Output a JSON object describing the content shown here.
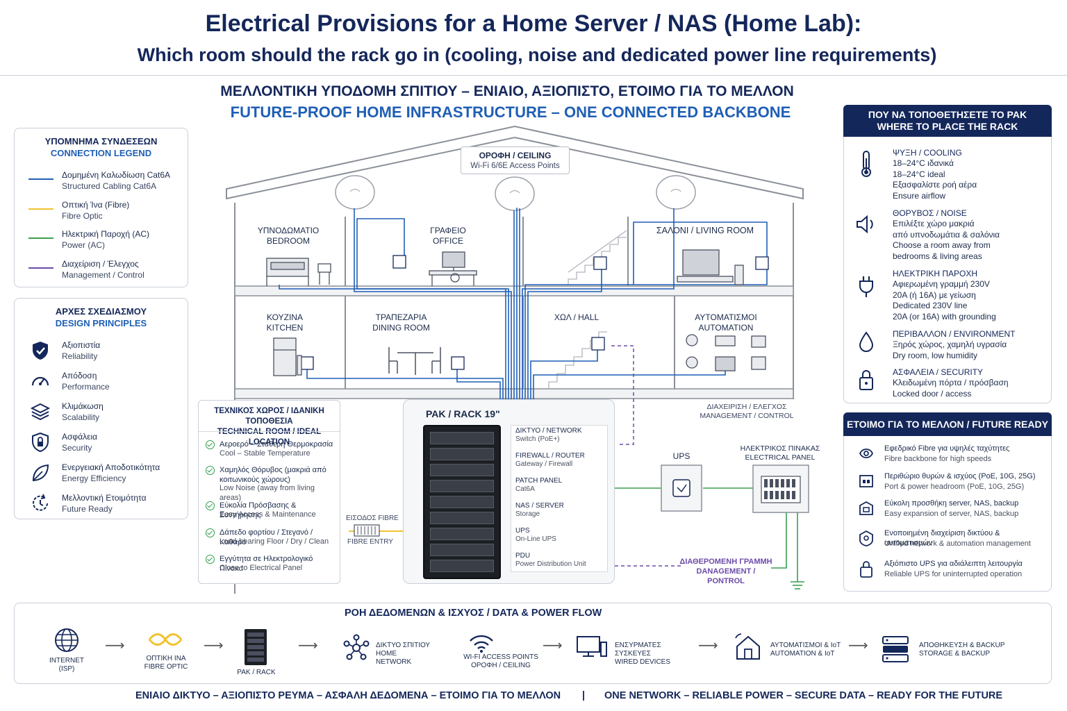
{
  "header": {
    "title": "Electrical Provisions for a Home Server / NAS (Home Lab):",
    "subtitle": "Which room should the rack go in (cooling, noise and dedicated power line requirements)"
  },
  "banner": {
    "greek": "ΜΕΛΛΟΝΤΙΚΗ ΥΠΟΔΟΜΗ ΣΠΙΤΙΟΥ – ΕΝΙΑΙΟ, ΑΞΙΟΠΙΣΤΟ, ΕΤΟΙΜΟ ΓΙΑ ΤΟ ΜΕΛΛΟΝ",
    "english": "FUTURE-PROOF HOME INFRASTRUCTURE – ONE CONNECTED BACKBONE"
  },
  "legend": {
    "title_gr": "ΥΠΟΜΝΗΜΑ ΣΥΝΔΕΣΕΩΝ",
    "title_en": "CONNECTION LEGEND",
    "items": [
      {
        "gr": "Δομημένη Καλωδίωση Cat6A",
        "en": "Structured Cabling Cat6A",
        "color": "#1f5fb5"
      },
      {
        "gr": "Οπτική Ίνα (Fibre)",
        "en": "Fibre Optic",
        "color": "#f2c230"
      },
      {
        "gr": "Ηλεκτρική Παροχή (AC)",
        "en": "Power (AC)",
        "color": "#3a9e4f"
      },
      {
        "gr": "Διαχείριση / Έλεγχος",
        "en": "Management / Control",
        "color": "#6b4ba8"
      }
    ]
  },
  "principles": {
    "title_gr": "ΑΡΧΕΣ ΣΧΕΔΙΑΣΜΟΥ",
    "title_en": "DESIGN PRINCIPLES",
    "items": [
      {
        "gr": "Αξιοπιστία",
        "en": "Reliability",
        "icon": "shield-check-icon"
      },
      {
        "gr": "Απόδοση",
        "en": "Performance",
        "icon": "gauge-icon"
      },
      {
        "gr": "Κλιμάκωση",
        "en": "Scalability",
        "icon": "layers-icon"
      },
      {
        "gr": "Ασφάλεια",
        "en": "Security",
        "icon": "shield-lock-icon"
      },
      {
        "gr": "Ενεργειακή Αποδοτικότητα",
        "en": "Energy Efficiency",
        "icon": "leaf-icon"
      },
      {
        "gr": "Μελλοντική Ετοιμότητα",
        "en": "Future Ready",
        "icon": "refresh-icon"
      }
    ]
  },
  "house": {
    "ceiling_gr": "ΟΡΟΦΗ / CEILING",
    "ceiling_en": "Wi-Fi 6/6E Access Points",
    "rooms": {
      "bedroom": [
        "ΥΠΝΟΔΩΜΑΤΙΟ",
        "BEDROOM"
      ],
      "office": [
        "ΓΡΑΦΕΙΟ",
        "OFFICE"
      ],
      "living": [
        "ΣΑΛΟΝΙ / LIVING ROOM"
      ],
      "kitchen": [
        "ΚΟΥΖΙΝΑ",
        "KITCHEN"
      ],
      "dining": [
        "ΤΡΑΠΕΖΑΡΙΑ",
        "DINING ROOM"
      ],
      "hall": [
        "ΧΩΛ / HALL"
      ],
      "automation": [
        "ΑΥΤΟΜΑΤΙΣΜΟΙ",
        "AUTOMATION"
      ]
    }
  },
  "technical": {
    "title_gr": "ΤΕΧΝΙΚΟΣ ΧΩΡΟΣ / ΙΔΑΝΙΚΗ ΤΟΠΟΘΕΣΙΑ",
    "title_en": "TECHNICAL ROOM / IDEAL LOCATION",
    "items": [
      {
        "gr": "Αεροερό – Σταθερή Θερμοκρασία",
        "en": "Cool – Stable Temperature"
      },
      {
        "gr": "Χαμηλός Θόρυβος (μακριά από κοιτωνικούς χώρους)",
        "en": "Low Noise (away from living areas)"
      },
      {
        "gr": "Εύκολία Πρόσβασης & Συντήρησης",
        "en": "Easy Access & Maintenance"
      },
      {
        "gr": "Δάπεδο φορτίου / Στεγανό / Καθαρό",
        "en": "Load-bearing Floor / Dry / Clean"
      },
      {
        "gr": "Εγγύτητα σε Ηλεκτρολογικό Πίνακα",
        "en": "Close to Electrical Panel"
      }
    ]
  },
  "fibre_entry": {
    "gr": "ΕΙΣΟΔΟΣ FIBRE",
    "en": "FIBRE ENTRY"
  },
  "rack": {
    "title": "ΡΑΚ / RACK 19\"",
    "items": [
      {
        "gr": "ΔΙΚΤΥΟ / NETWORK",
        "en": "Switch (PoE+)"
      },
      {
        "gr": "FIREWALL / ROUTER",
        "en": "Gateway / Firewall"
      },
      {
        "gr": "PATCH PANEL",
        "en": "Cat6A"
      },
      {
        "gr": "NAS / SERVER",
        "en": "Storage"
      },
      {
        "gr": "UPS",
        "en": "On-Line UPS"
      },
      {
        "gr": "PDU",
        "en": "Power Distribution Unit"
      }
    ]
  },
  "management": {
    "gr": "ΔΙΑΧΕΙΡΙΣΗ / ΕΛΕΓΧΟΣ",
    "en": "MANAGEMENT / CONTROL"
  },
  "ups_label": "UPS",
  "panel": {
    "gr": "ΗΛΕΚΤΡΙΚΟΣ ΠΙΝΑΚΑΣ",
    "en": "ELECTRICAL PANEL"
  },
  "dedicated": {
    "gr": "ΔΙΑΘΕΡΟΜΕΝΗ ΓΡΑΜΜΗ",
    "en": "DANAGEMENT / PONTROL"
  },
  "placement": {
    "title_gr": "ΠΟΥ ΝΑ ΤΟΠΟΘΕΤΗΣΕΤΕ ΤΟ ΡΑΚ",
    "title_en": "WHERE TO PLACE THE RACK",
    "items": [
      {
        "head": "ΨΥΞΗ / COOLING",
        "lines": [
          "18–24°C ιδανικά",
          "18–24°C ideal",
          "Εξασφαλίστε ροή αέρα",
          "Ensure airflow"
        ],
        "icon": "thermometer-icon"
      },
      {
        "head": "ΘΟΡΥΒΟΣ / NOISE",
        "lines": [
          "Επιλέξτε χώρο μακριά",
          "από υπνοδωμάτια & σαλόνια",
          "Choose a room away from",
          "bedrooms & living areas"
        ],
        "icon": "speaker-icon"
      },
      {
        "head": "ΗΛΕΚΤΡΙΚΗ ΠΑΡΟΧΗ",
        "lines": [
          "Αφιερωμένη γραμμή 230V",
          "20A (ή 16A) με γείωση",
          "Dedicated 230V line",
          "20A (or 16A) with grounding"
        ],
        "icon": "plug-icon"
      },
      {
        "head": "ΠΕΡΙΒΑΛΛΟΝ / ENVIRONMENT",
        "lines": [
          "Ξηρός χώρος, χαμηλή υγρασία",
          "Dry room, low humidity"
        ],
        "icon": "droplet-icon"
      },
      {
        "head": "ΑΣΦΑΛΕΙΑ / SECURITY",
        "lines": [
          "Κλειδωμένη πόρτα / πρόσβαση",
          "Locked door / access"
        ],
        "icon": "lock-icon"
      }
    ]
  },
  "future": {
    "title": "ΕΤΟΙΜΟ ΓΙΑ ΤΟ ΜΕΛΛΟΝ / FUTURE READY",
    "items": [
      {
        "gr": "Εφεδρικό Fibre για υψηλές ταχύτητες",
        "en": "Fibre backbone for high speeds"
      },
      {
        "gr": "Περιθώριο θυρών & ισχύος (PoE, 10G, 25G)",
        "en": "Port & power headroom (PoE, 10G, 25G)"
      },
      {
        "gr": "Εύκολη προσθήκη server, NAS, backup",
        "en": "Easy expansion of server, NAS, backup"
      },
      {
        "gr": "Ενοποιημένη διαχείριση δικτύου & αυτοματισμών",
        "en": "Unified network & automation management"
      },
      {
        "gr": "Αξιόπιστο UPS για αδιάλειπτη λειτουργία",
        "en": "Reliable UPS for uninterrupted operation"
      }
    ]
  },
  "flow": {
    "title": "ΡΟΗ ΔΕΔΟΜΕΝΩΝ & ΙΣΧΥΟΣ / DATA & POWER FLOW",
    "steps": [
      {
        "l1": "INTERNET",
        "l2": "(ISP)"
      },
      {
        "l1": "ΟΠΤΙΚΗ ΙΝΑ",
        "l2": "FIBRE OPTIC"
      },
      {
        "l1": "ΡΑΚ / RACK",
        "l2": ""
      },
      {
        "l1": "ΔΙΚΤΥΟ ΣΠΙΤΙΟΥ",
        "l2": "HOME NETWORK"
      },
      {
        "l1": "WI-FI ACCESS POINTS",
        "l2": "ΟΡΟΦΗ / CEILING"
      },
      {
        "l1": "ΕΝΣΥΡΜΑΤΕΣ ΣΥΣΚΕΥΕΣ",
        "l2": "WIRED DEVICES"
      },
      {
        "l1": "ΑΥΤΟΜΑΤΙΣΜΟΙ & IoT",
        "l2": "AUTOMATION & IoT"
      },
      {
        "l1": "ΑΠΟΘΗΚΕΥΣΗ & BACKUP",
        "l2": "STORAGE & BACKUP"
      }
    ]
  },
  "footer": {
    "greek": "ΕΝΙΑΙΟ ΔΙΚΤΥΟ – ΑΞΙΟΠΙΣΤΟ ΡΕΥΜΑ – ΑΣΦΑΛΗ ΔΕΔΟΜΕΝΑ – ΕΤΟΙΜΟ ΓΙΑ ΤΟ ΜΕΛΛΟΝ",
    "sep": "|",
    "english": "ONE NETWORK – RELIABLE POWER – SECURE DATA – READY FOR THE FUTURE"
  }
}
